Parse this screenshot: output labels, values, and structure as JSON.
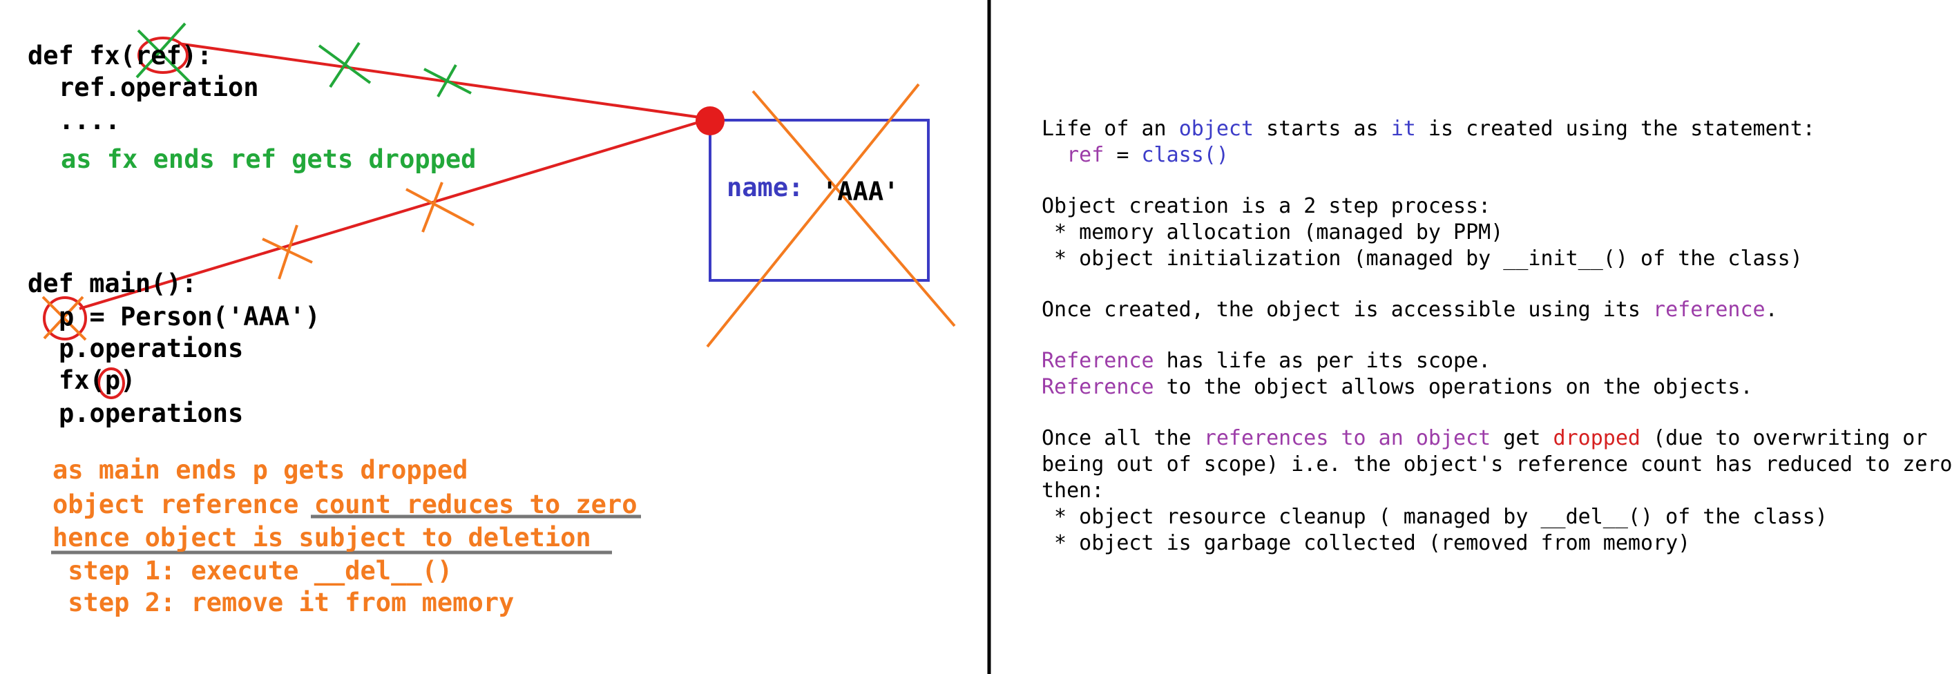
{
  "left": {
    "fx_block": {
      "line1": "def fx(ref):",
      "line2": "ref.operation",
      "line3": "....",
      "comment": "as fx ends ref gets dropped"
    },
    "main_block": {
      "line1": "def main():",
      "line2": "p = Person('AAA')",
      "line3": "p.operations",
      "line4": "fx(p)",
      "line5": "p.operations"
    },
    "object_box": {
      "label": "name:",
      "value": "'AAA'"
    },
    "notes": [
      "as main ends p gets dropped",
      "object reference count reduces to zero",
      "hence object is subject to deletion",
      " step 1: execute __del__()",
      " step 2: remove it from memory"
    ]
  },
  "right": {
    "p1a": "Life of an ",
    "p1b": "object",
    "p1c": " starts as ",
    "p1d": "it",
    "p1e": " is created using the statement:",
    "p2a": "  ",
    "p2b": "ref",
    "p2c": " = ",
    "p2d": "class()",
    "p3": "Object creation is a 2 step process:",
    "p4": " * memory allocation (managed by PPM)",
    "p5": " * object initialization (managed by __init__() of the class)",
    "p6a": "Once created, the object is accessible using its ",
    "p6b": "reference",
    "p6c": ".",
    "p7a": "Reference",
    "p7b": " has life as per its scope.",
    "p8a": "Reference",
    "p8b": " to the object allows operations on the objects.",
    "p9a": "Once all the ",
    "p9b": "references to an object",
    "p9c": " get ",
    "p9d": "dropped",
    "p9e": " (due to overwriting or",
    "p10": "being out of scope) i.e. the object's reference count has reduced to zero",
    "p11": "then:",
    "p12": " * object resource cleanup ( managed by __del__() of the class)",
    "p13": " * object is garbage collected (removed from memory)"
  },
  "colors": {
    "red": "#e02020",
    "green": "#22a83a",
    "orange": "#f47b20",
    "blue": "#3c3cc8",
    "purple": "#9c3ca8",
    "grey": "#777777"
  }
}
